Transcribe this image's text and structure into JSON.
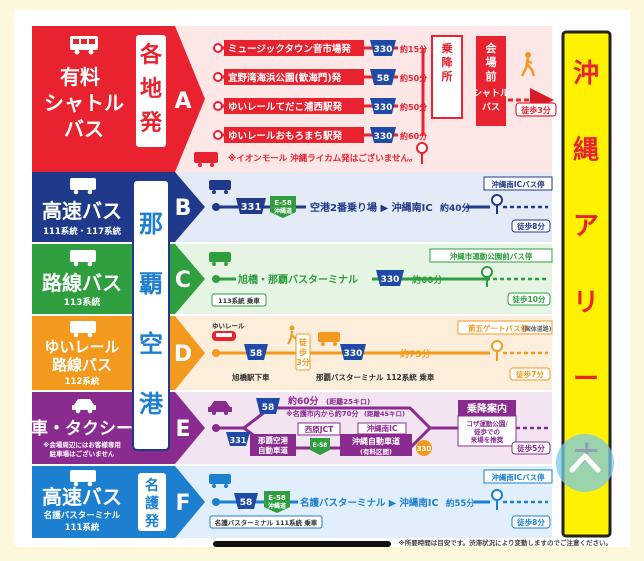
{
  "arena": {
    "title": "沖縄アリーナ"
  },
  "rowA": {
    "category_line1": "有料",
    "category_line2": "シャトル",
    "category_line3": "バス",
    "origin_label": "各地発",
    "letter": "A",
    "stops": [
      {
        "name": "ミュージックタウン音市場発",
        "route": "330",
        "time": "約15分"
      },
      {
        "name": "宜野湾海浜公園(歓海門)発",
        "route": "58",
        "time": "約50分"
      },
      {
        "name": "ゆいレールてだこ浦西駅発",
        "route": "330",
        "time": "約50分"
      },
      {
        "name": "ゆいレールおもろまち駅発",
        "route": "330",
        "time": "約60分"
      }
    ],
    "terminal_label": "乗降所",
    "terminal_label2": "シャトルバス",
    "venue_front": "会場前",
    "walk": "徒歩3分",
    "note": "※イオンモール 沖縄ライカム発はございません。"
  },
  "naha_label": "那覇空港",
  "nago_label": "名護発",
  "rowB": {
    "title": "高速バス",
    "subtitle": "111系統・117系統",
    "letter": "B",
    "route1": "331",
    "route2": "E-58",
    "route2_sub": "沖縄道",
    "text": "空港2番乗り場 ▶ 沖縄南IC",
    "time": "約40分",
    "stop": "沖縄南ICバス停",
    "walk": "徒歩8分"
  },
  "rowC": {
    "title": "路線バス",
    "subtitle": "113系統",
    "letter": "C",
    "text": "旭橋・那覇バスターミナル",
    "route": "330",
    "time": "約60分",
    "boarding": "113系統 乗車",
    "stop": "沖縄市運動公園前バス停",
    "walk": "徒歩10分"
  },
  "rowD": {
    "title_line1": "ゆいレール",
    "title_line2": "路線バス",
    "subtitle": "112系統",
    "letter": "D",
    "rail_label": "ゆいレール",
    "route1": "58",
    "transfer_walk": "徒歩3分",
    "station": "旭橋駅下車",
    "terminal": "那覇バスターミナル 112系統 乗車",
    "route2": "330",
    "time": "約75分",
    "stop": "第五ゲートバス停",
    "stop_note": "(国体道路)",
    "walk": "徒歩7分"
  },
  "rowE": {
    "title": "車・タクシー",
    "subtitle": "※会場周辺にはお客様専用駐車場はございません",
    "letter": "E",
    "route58": "58",
    "time_upper": "約60分",
    "dist_upper": "(距離25キロ)",
    "time_lower": "※名護市内から約70分",
    "dist_lower": "(距離45キロ)",
    "route331": "331",
    "naha_road": "那覇空港自動車道",
    "nishihara": "西原JCT",
    "e58_label": "E-58",
    "expressway": "沖縄自動車道",
    "expressway_note": "(有料区間)",
    "south_ic": "沖縄南IC",
    "route330": "330",
    "dropoff_title": "乗降案内",
    "dropoff_body": "コザ運動公園/徒歩での来場を推奨",
    "walk": "徒歩5分"
  },
  "rowF": {
    "title": "高速バス",
    "subtitle1": "名護バスターミナル",
    "subtitle2": "111系統",
    "letter": "F",
    "route1": "58",
    "route2": "E-58",
    "route2_sub": "沖縄道",
    "text": "名護バスターミナル ▶ 沖縄南IC",
    "time": "約55分",
    "boarding": "名護バスターミナル 111系統 乗車",
    "stop": "沖縄南ICバス停",
    "walk": "徒歩8分"
  },
  "footer_note": "※所要時間は目安です。渋滞状況により変動しますのでご注意ください。",
  "colors": {
    "red": "#e8232f",
    "navy": "#1f3a8a",
    "green": "#2e9e3e",
    "orange": "#f39a1e",
    "purple": "#8a2b8f",
    "blue": "#1c7fd0",
    "yellow": "#fff200",
    "route_badge": "#1f4aa8"
  }
}
